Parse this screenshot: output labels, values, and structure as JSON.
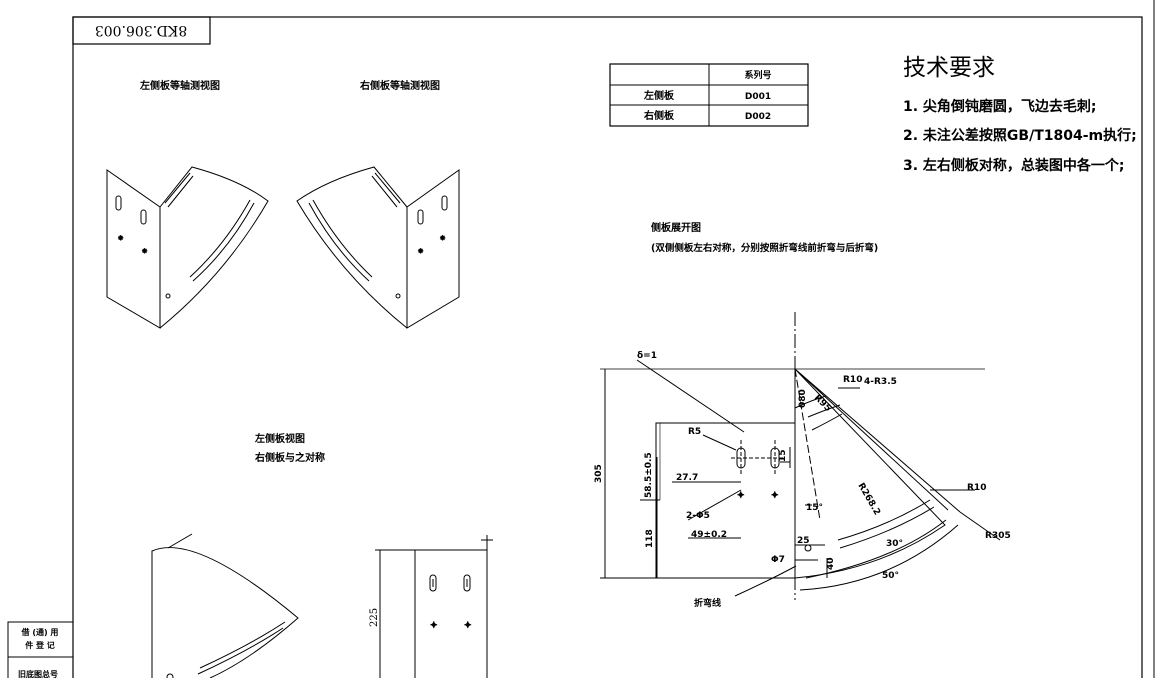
{
  "drawing": {
    "number": "8KD.306.003",
    "tech_req_title": "技术要求",
    "tech_req_items": [
      "1. 尖角倒钝磨圆，飞边去毛刺;",
      "2. 未注公差按照GB/T1804-m执行;",
      "3. 左右侧板对称，总装图中各一个;"
    ],
    "views": {
      "left_iso": "左侧板等轴测视图",
      "right_iso": "右侧板等轴测视图",
      "left_view": "左侧板视图",
      "left_view_sub": "右侧板与之对称",
      "unfold": "侧板展开图",
      "unfold_sub": "(双侧侧板左右对称，分别按照折弯线前折弯与后折弯)"
    },
    "series_table": {
      "header": [
        "",
        "系列号"
      ],
      "rows": [
        [
          "左侧板",
          "D001"
        ],
        [
          "右侧板",
          "D002"
        ]
      ]
    },
    "side_box": {
      "row1": "借 (通) 用",
      "row2": "件 登 记",
      "row3": "旧底图总号"
    },
    "dims": {
      "thickness": "δ=1",
      "r5": "R5",
      "dim_15": "15",
      "dim_58": "58.5±0.5",
      "dim_27": "27.7",
      "holes": "2-Φ5",
      "dim_49": "49±0.2",
      "dim_118": "118",
      "dim_305": "305",
      "dim_phi7": "Φ7",
      "dim_25": "25",
      "dim_40": "40",
      "bend_line": "折弯线",
      "r10_top": "R10",
      "slots": "4-R3.5",
      "dim_080": "080",
      "dim_r95": "R95",
      "angle15": "15°",
      "r268": "R268.2",
      "angle30": "30°",
      "angle50": "50°",
      "r10_right": "R10",
      "r305": "R305",
      "dim_225": "225"
    }
  }
}
